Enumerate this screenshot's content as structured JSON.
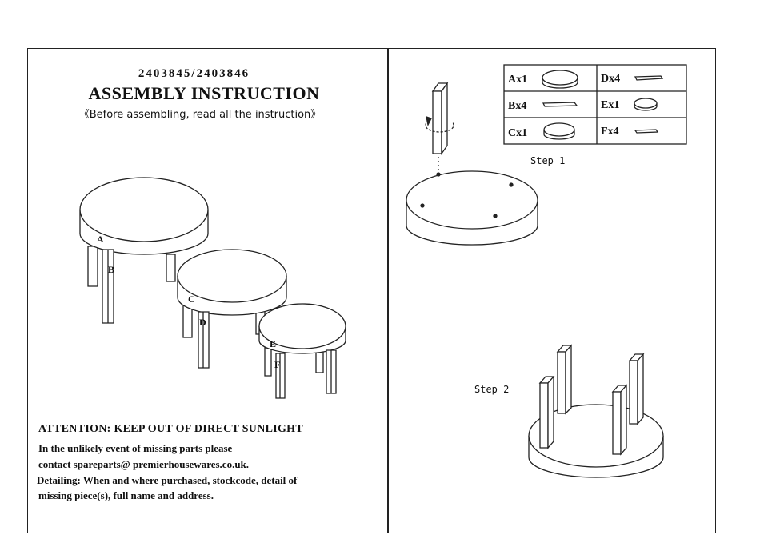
{
  "header": {
    "product_codes": "2403845/2403846",
    "title": "ASSEMBLY INSTRUCTION",
    "subtitle": "《Before assembling, read all the instruction》"
  },
  "notes": {
    "attention": "ATTENTION: KEEP OUT OF DIRECT SUNLIGHT",
    "line1": "In the unlikely event of missing parts please",
    "line2": "contact spareparts@ premierhousewares.co.uk.",
    "line3": "Detailing: When and where purchased, stockcode, detail of",
    "line4": "missing piece(s), full name and address."
  },
  "diagram_labels": {
    "a": "A",
    "b": "B",
    "c": "C",
    "d": "D",
    "e": "E",
    "f": "F"
  },
  "parts": [
    {
      "label": "Ax1",
      "icon": "large-round-top-icon"
    },
    {
      "label": "Dx4",
      "icon": "leg-icon"
    },
    {
      "label": "Bx4",
      "icon": "leg-icon"
    },
    {
      "label": "Ex1",
      "icon": "small-round-top-icon"
    },
    {
      "label": "Cx1",
      "icon": "medium-round-top-icon"
    },
    {
      "label": "Fx4",
      "icon": "leg-icon"
    }
  ],
  "steps": {
    "step1": "Step 1",
    "step2": "Step 2"
  }
}
